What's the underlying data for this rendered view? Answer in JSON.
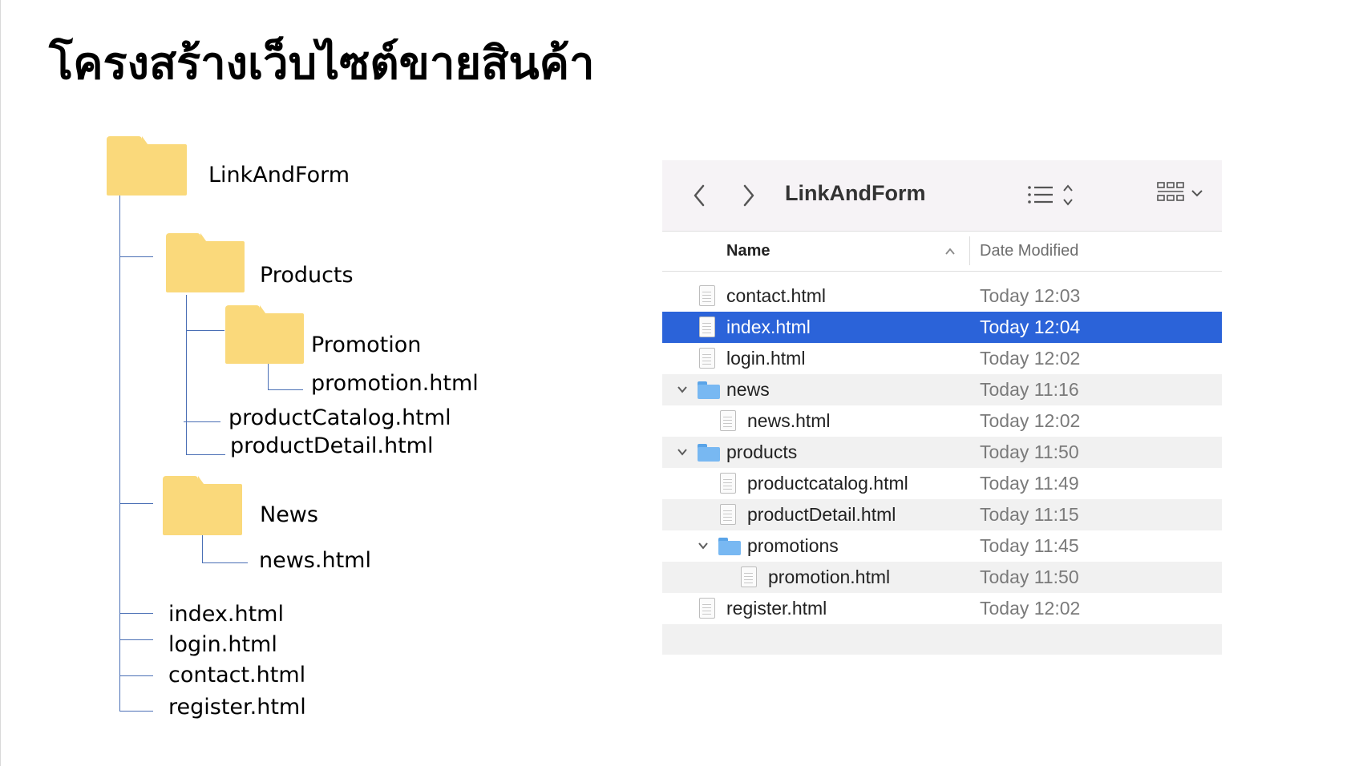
{
  "title": "โครงสร้างเว็บไซต์ขายสินค้า",
  "tree": {
    "root": "LinkAndForm",
    "products": "Products",
    "promotion_folder": "Promotion",
    "promotion_file": "promotion.html",
    "product_catalog": "productCatalog.html",
    "product_detail": "productDetail.html",
    "news_folder": "News",
    "news_file": "news.html",
    "index": "index.html",
    "login": "login.html",
    "contact": "contact.html",
    "register": "register.html"
  },
  "finder": {
    "title": "LinkAndForm",
    "back_icon": "chevron-left-icon",
    "forward_icon": "chevron-right-icon",
    "list_icon": "list-view-icon",
    "grid_icon": "grid-view-icon",
    "header_name": "Name",
    "header_date": "Date Modified",
    "rows": [
      {
        "name": "contact.html",
        "date": "Today 12:03",
        "type": "file",
        "depth": 0
      },
      {
        "name": "index.html",
        "date": "Today 12:04",
        "type": "file",
        "depth": 0,
        "selected": true
      },
      {
        "name": "login.html",
        "date": "Today 12:02",
        "type": "file",
        "depth": 0
      },
      {
        "name": "news",
        "date": "Today 11:16",
        "type": "folder",
        "depth": 0,
        "expanded": true
      },
      {
        "name": "news.html",
        "date": "Today 12:02",
        "type": "file",
        "depth": 1
      },
      {
        "name": "products",
        "date": "Today 11:50",
        "type": "folder",
        "depth": 0,
        "expanded": true
      },
      {
        "name": "productcatalog.html",
        "date": "Today 11:49",
        "type": "file",
        "depth": 1
      },
      {
        "name": "productDetail.html",
        "date": "Today 11:15",
        "type": "file",
        "depth": 1
      },
      {
        "name": "promotions",
        "date": "Today 11:45",
        "type": "folder",
        "depth": 1,
        "expanded": true
      },
      {
        "name": "promotion.html",
        "date": "Today 11:50",
        "type": "file",
        "depth": 2
      },
      {
        "name": "register.html",
        "date": "Today 12:02",
        "type": "file",
        "depth": 0
      }
    ]
  },
  "colors": {
    "folder_yellow": "#fad97b",
    "tree_line": "#4a6fb5",
    "selection": "#2b63d9",
    "finder_folder": "#78b8f2"
  }
}
